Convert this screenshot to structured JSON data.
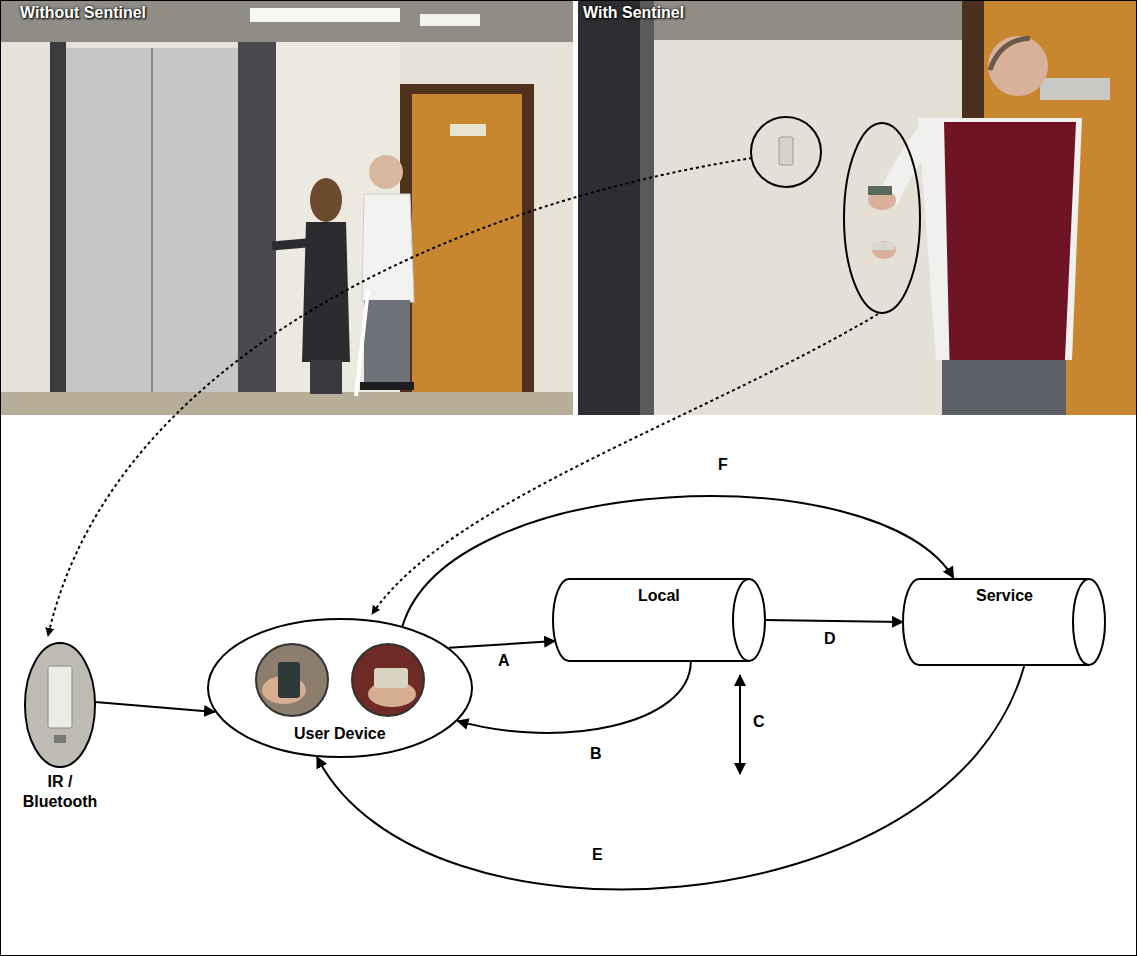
{
  "diagram": {
    "nodes": [
      {
        "text": [
          "IR / Bluetooth"
        ]
      },
      {
        "text": [
          "User Device"
        ]
      },
      {
        "text": [
          "Local"
        ]
      },
      {
        "text": [
          "Service"
        ]
      }
    ],
    "edges": [
      {
        "from": 0,
        "to": 1,
        "arrow": "to"
      },
      {
        "from": 1,
        "to": 2,
        "label": "A",
        "arrow": "to"
      },
      {
        "from": 2,
        "to": 1,
        "label": "B",
        "arrow": "to"
      },
      {
        "from": 2,
        "to": 3,
        "label": "D",
        "arrow": "to"
      },
      {
        "from": 3,
        "to": 1,
        "label": "E",
        "arrow": "to"
      },
      {
        "from": 1,
        "to": 3,
        "label": "F",
        "arrow": "to"
      }
    ],
    "labels": [
      "Without Sentinel",
      "With Sentinel",
      "C"
    ]
  }
}
